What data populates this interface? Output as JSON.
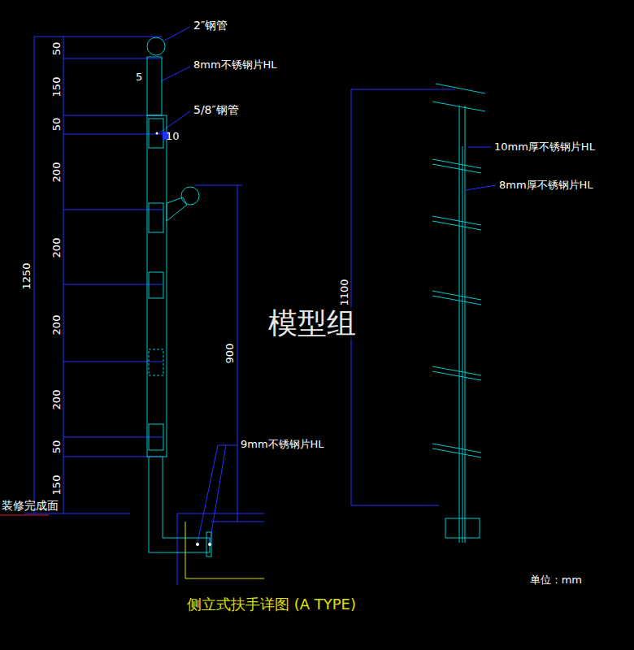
{
  "diagram": {
    "caption": "侧立式扶手详图 (A TYPE)",
    "labels": [
      "2″钢管",
      "8mm不锈钢片HL",
      "5",
      "5/8″钢管",
      "10",
      "9mm不锈钢片HL",
      "10mm厚不锈钢片HL",
      "8mm厚不锈钢片HL",
      "模型组",
      "单位 : mm",
      "装修完成面",
      "50",
      "150",
      "50",
      "200",
      "200",
      "200",
      "200",
      "50",
      "150",
      "1250",
      "900",
      "1100"
    ]
  }
}
